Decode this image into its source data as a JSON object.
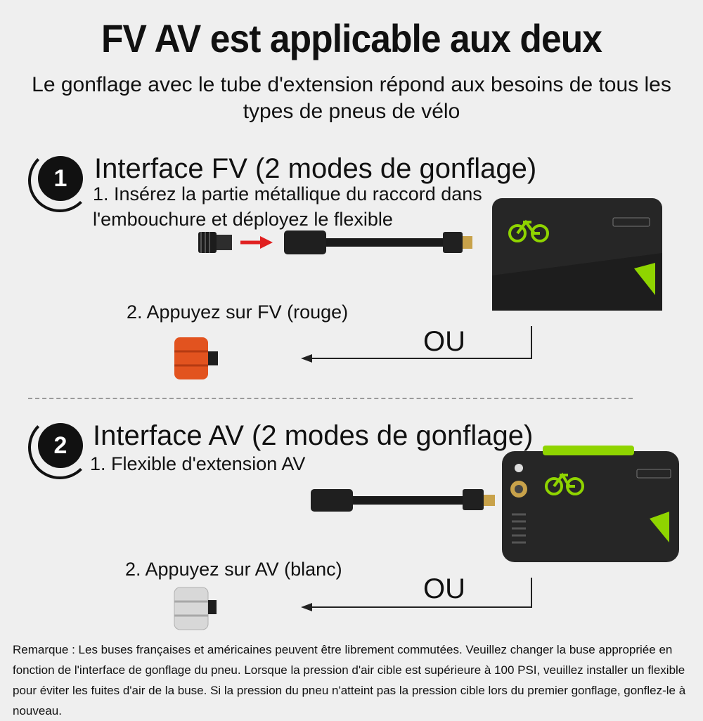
{
  "title": "FV AV est applicable aux deux",
  "subtitle": "Le gonflage avec le tube d'extension répond aux besoins de tous les types de pneus de vélo",
  "section1": {
    "number": "1",
    "heading": "Interface FV (2 modes de gonflage)",
    "step1": "1. Insérez la partie métallique du raccord dans l'embouchure et déployez le flexible",
    "step2": "2. Appuyez sur FV (rouge)",
    "or": "OU",
    "nozzle_color": "#e2531f"
  },
  "section2": {
    "number": "2",
    "heading": "Interface AV (2 modes de gonflage)",
    "step1": "1. Flexible d'extension AV",
    "step2": "2. Appuyez sur AV (blanc)",
    "or": "OU",
    "nozzle_color": "#d8d8d8"
  },
  "device": {
    "accent_color": "#8fd400",
    "body_color": "#262626",
    "icon": "bicycle-icon"
  },
  "note": "Remarque : Les buses françaises et américaines peuvent être librement commutées. Veuillez changer la buse appropriée en fonction de l'interface de gonflage du pneu. Lorsque la pression d'air cible est supérieure à 100 PSI, veuillez installer un flexible pour éviter les fuites d'air de la buse. Si la pression du pneu n'atteint pas la pression cible lors du premier gonflage, gonflez-le à nouveau."
}
